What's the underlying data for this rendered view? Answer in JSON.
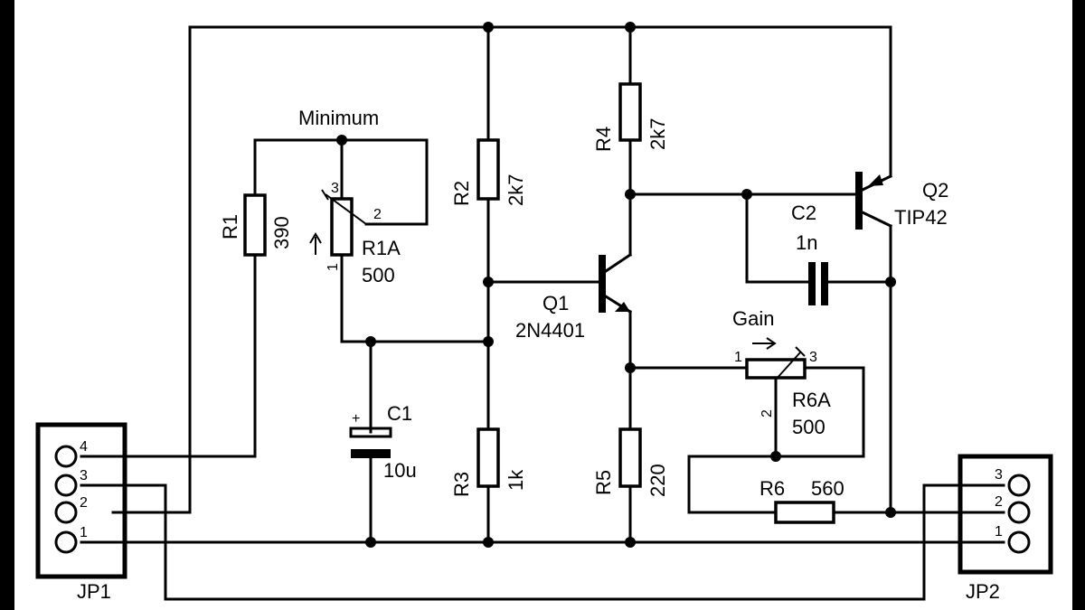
{
  "diagram": {
    "title": "",
    "background": "#ffffff",
    "ink": "#000000",
    "labels": {
      "minimum": "Minimum",
      "gain": "Gain",
      "R1": "R1",
      "R1_value": "390",
      "R1A": "R1A",
      "R1A_value": "500",
      "R2": "R2",
      "R2_value": "2k7",
      "R3": "R3",
      "R3_value": "1k",
      "R4": "R4",
      "R4_value": "2k7",
      "R5": "R5",
      "R5_value": "220",
      "R6": "R6",
      "R6_value": "560",
      "R6A": "R6A",
      "R6A_value": "500",
      "C1": "C1",
      "C1_value": "10u",
      "C1_polarity": "+",
      "C2": "C2",
      "C2_value": "1n",
      "Q1": "Q1",
      "Q1_value": "2N4401",
      "Q2": "Q2",
      "Q2_value": "TIP42",
      "JP1": "JP1",
      "JP2": "JP2"
    },
    "pins": {
      "JP1": [
        "4",
        "3",
        "2",
        "1"
      ],
      "JP2": [
        "3",
        "2",
        "1"
      ],
      "R1A": [
        "3",
        "2",
        "1"
      ],
      "R6A": [
        "1",
        "3",
        "2"
      ]
    }
  }
}
